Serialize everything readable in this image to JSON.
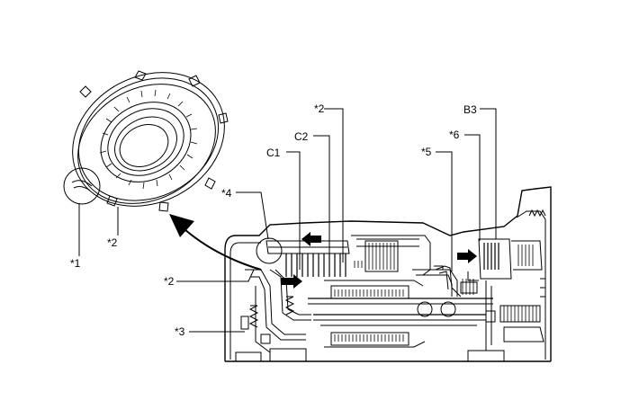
{
  "labels": {
    "l1": "*1",
    "l2a": "*2",
    "l2b": "*2",
    "l2c": "*2",
    "l3": "*3",
    "l4": "*4",
    "l5": "*5",
    "l6": "*6",
    "c1": "C1",
    "c2": "C2",
    "b3": "B3"
  },
  "colors": {
    "ink": "#000000",
    "paper": "#ffffff"
  },
  "icons": [
    "curved-arrow",
    "flow-arrow-left",
    "flow-arrow-right",
    "flow-arrow-right-small"
  ]
}
